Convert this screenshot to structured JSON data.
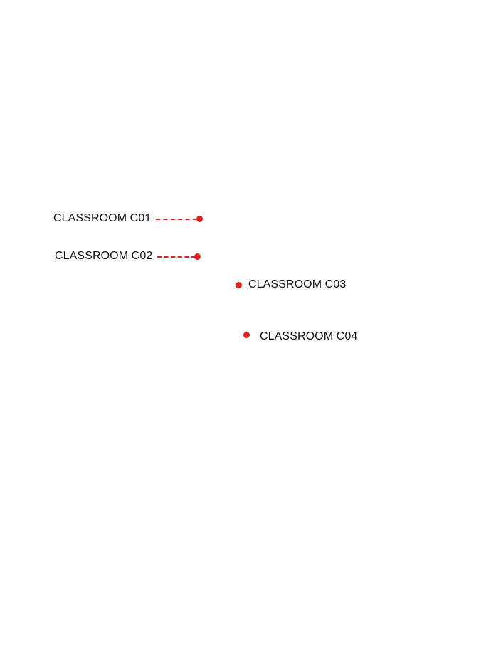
{
  "map": {
    "marker_color": "#e01f1f",
    "background_color": "#ffffff",
    "locations": [
      {
        "label": "CLASSROOM C01",
        "marker_icon": "location-dot-icon",
        "leader_line": true,
        "label_side": "left"
      },
      {
        "label": "CLASSROOM C02",
        "marker_icon": "location-dot-icon",
        "leader_line": true,
        "label_side": "left"
      },
      {
        "label": "CLASSROOM C03",
        "marker_icon": "location-dot-icon",
        "leader_line": false,
        "label_side": "right"
      },
      {
        "label": "CLASSROOM C04",
        "marker_icon": "location-dot-icon",
        "leader_line": false,
        "label_side": "right"
      }
    ]
  }
}
